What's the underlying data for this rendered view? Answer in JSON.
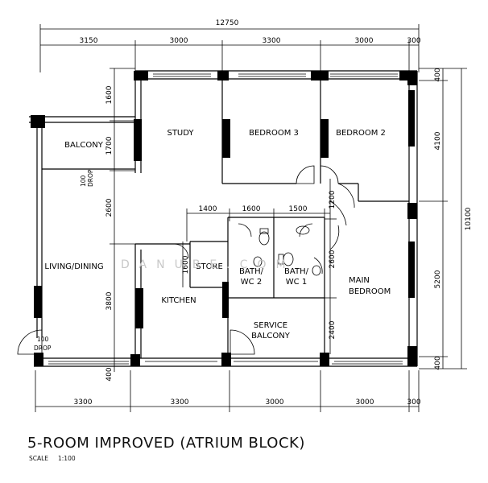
{
  "title": "5-ROOM IMPROVED (ATRIUM BLOCK)",
  "scale_label": "SCALE",
  "scale_value": "1:100",
  "watermark": "DANUBE.COM",
  "rooms": {
    "study": "STUDY",
    "bedroom3": "BEDROOM 3",
    "bedroom2": "BEDROOM 2",
    "balcony": "BALCONY",
    "living": "LIVING/DINING",
    "kitchen": "KITCHEN",
    "store": "STORE",
    "bath2_a": "BATH/",
    "bath2_b": "WC 2",
    "bath1_a": "BATH/",
    "bath1_b": "WC 1",
    "main_a": "MAIN",
    "main_b": "BEDROOM",
    "service_a": "SERVICE",
    "service_b": "BALCONY",
    "drop_balcony_a": "100",
    "drop_balcony_b": "DROP",
    "drop_entry_a": "100",
    "drop_entry_b": "DROP"
  },
  "dimensions": {
    "overall_top": "12750",
    "top": [
      "3150",
      "3000",
      "3300",
      "3000",
      "300"
    ],
    "bottom": [
      "3300",
      "3300",
      "3000",
      "3000",
      "300"
    ],
    "right_overall": "10100",
    "right": [
      "400",
      "4100",
      "5200",
      "400"
    ],
    "inner_right": [
      "1200",
      "2600",
      "2400"
    ],
    "left": [
      "1600",
      "1700",
      "2600",
      "3800",
      "400"
    ],
    "inner_top": [
      "1400",
      "1600",
      "1500"
    ],
    "store_height": "1600"
  }
}
